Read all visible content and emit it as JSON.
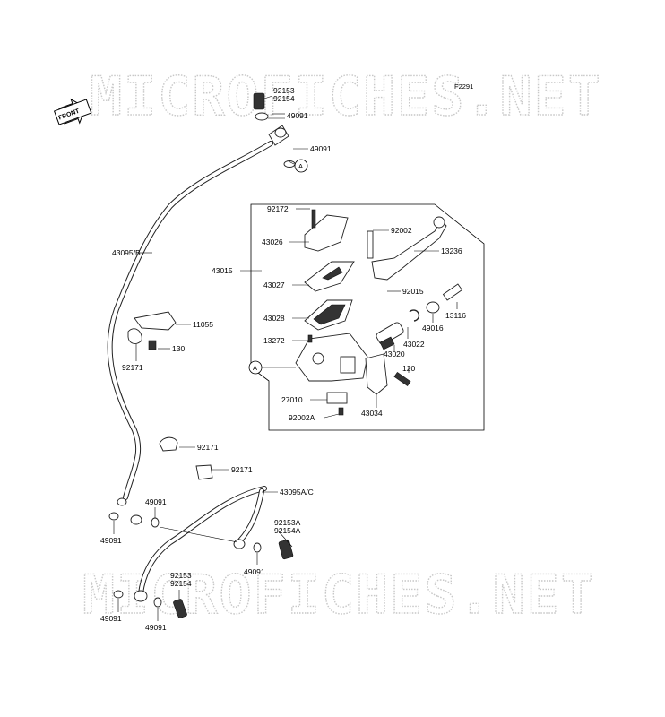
{
  "diagram": {
    "figure_code": "F2291",
    "front_arrow_label": "FRONT",
    "watermark_top": "MICROFICHES.NET",
    "watermark_bottom": "MICROFICHES.NET",
    "labels": {
      "p92153_top": "92153",
      "p92154_top": "92154",
      "p49091_top1": "49091",
      "p49091_top2": "49091",
      "ref_a_top": "A",
      "p43095b": "43095/B",
      "p92172": "92172",
      "p92002": "92002",
      "p43026": "43026",
      "p13236": "13236",
      "p43015": "43015",
      "p43027": "43027",
      "p92015": "92015",
      "p13116": "13116",
      "p43028": "43028",
      "p49016": "49016",
      "p11055": "11055",
      "p13272": "13272",
      "p43022": "43022",
      "p130": "130",
      "p43020": "43020",
      "p92171_a": "92171",
      "ref_a_mid": "A",
      "p120": "120",
      "p27010": "27010",
      "p92002a": "92002A",
      "p43034": "43034",
      "p92171_b": "92171",
      "p92171_c": "92171",
      "p43095ac": "43095A/C",
      "p49091_mid1": "49091",
      "p49091_left1": "49091",
      "p92153a": "92153A",
      "p92154a": "92154A",
      "p49091_mid2": "49091",
      "p92153_bot": "92153",
      "p92154_bot": "92154",
      "p49091_left2": "49091",
      "p49091_bot": "49091"
    }
  }
}
